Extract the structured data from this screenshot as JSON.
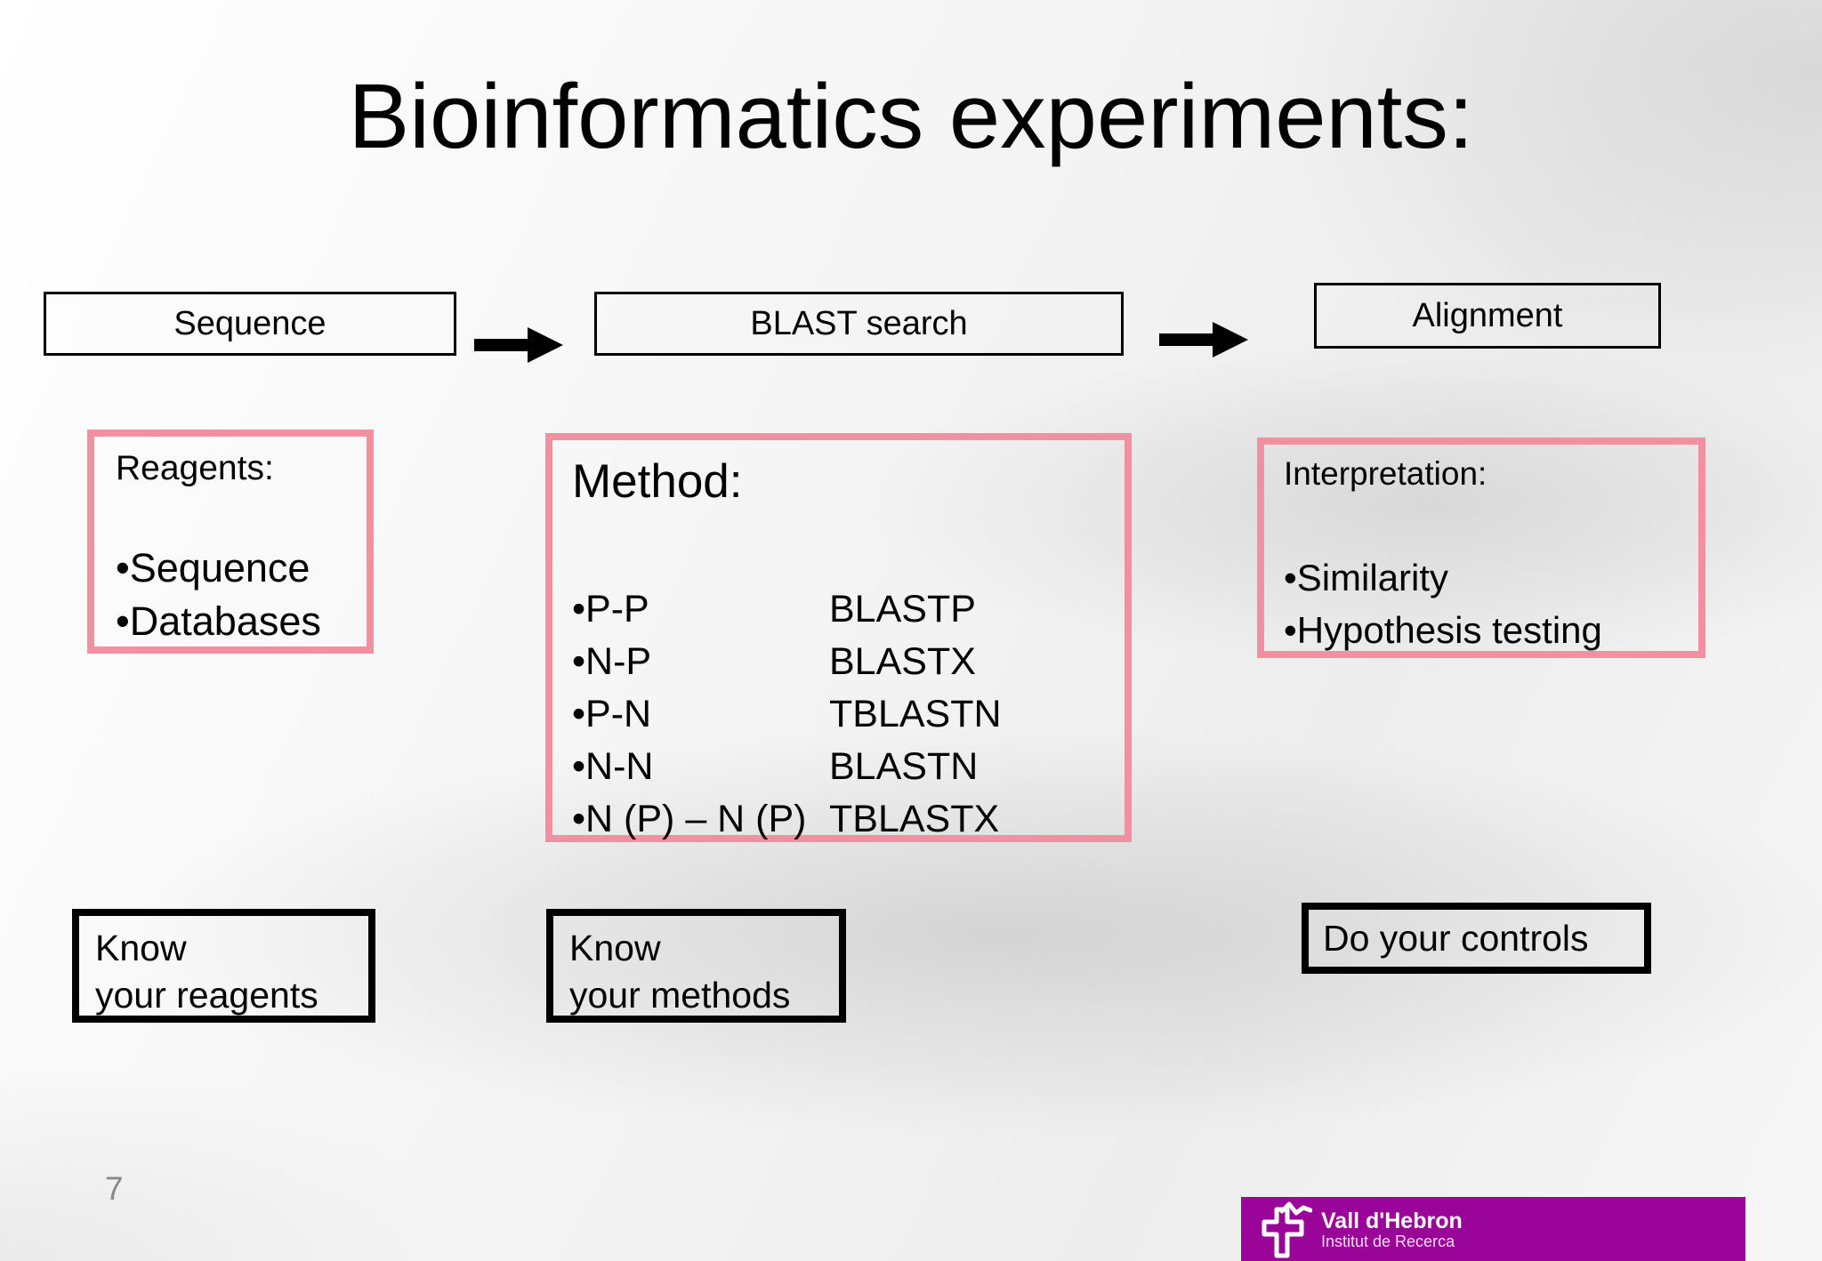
{
  "title": "Bioinformatics experiments:",
  "page_number": "7",
  "flow": {
    "steps": [
      {
        "label": "Sequence"
      },
      {
        "label": "BLAST search"
      },
      {
        "label": "Alignment"
      }
    ]
  },
  "panels": {
    "reagents": {
      "title": "Reagents:",
      "items": [
        "•Sequence",
        "•Databases"
      ]
    },
    "method": {
      "title": "Method:",
      "rows": [
        {
          "pair": "•P-P",
          "tool": "BLASTP"
        },
        {
          "pair": "•N-P",
          "tool": "BLASTX"
        },
        {
          "pair": "•P-N",
          "tool": "TBLASTN"
        },
        {
          "pair": "•N-N",
          "tool": "BLASTN"
        },
        {
          "pair": "•N (P) – N (P)",
          "tool": "TBLASTX"
        }
      ]
    },
    "interpretation": {
      "title": "Interpretation:",
      "items": [
        "•Similarity",
        "•Hypothesis testing"
      ]
    }
  },
  "notes": {
    "reagents": {
      "line1": "Know",
      "line2": "your reagents"
    },
    "methods": {
      "line1": "Know",
      "line2": "your methods"
    },
    "controls": {
      "label": "Do your controls"
    }
  },
  "logo": {
    "title": "Vall d'Hebron",
    "subtitle": "Institut de Recerca"
  },
  "colors": {
    "pink_border": "#f28fa0",
    "purple_logo": "#9a0499",
    "text": "#000000",
    "page_number_gray": "#888888"
  }
}
